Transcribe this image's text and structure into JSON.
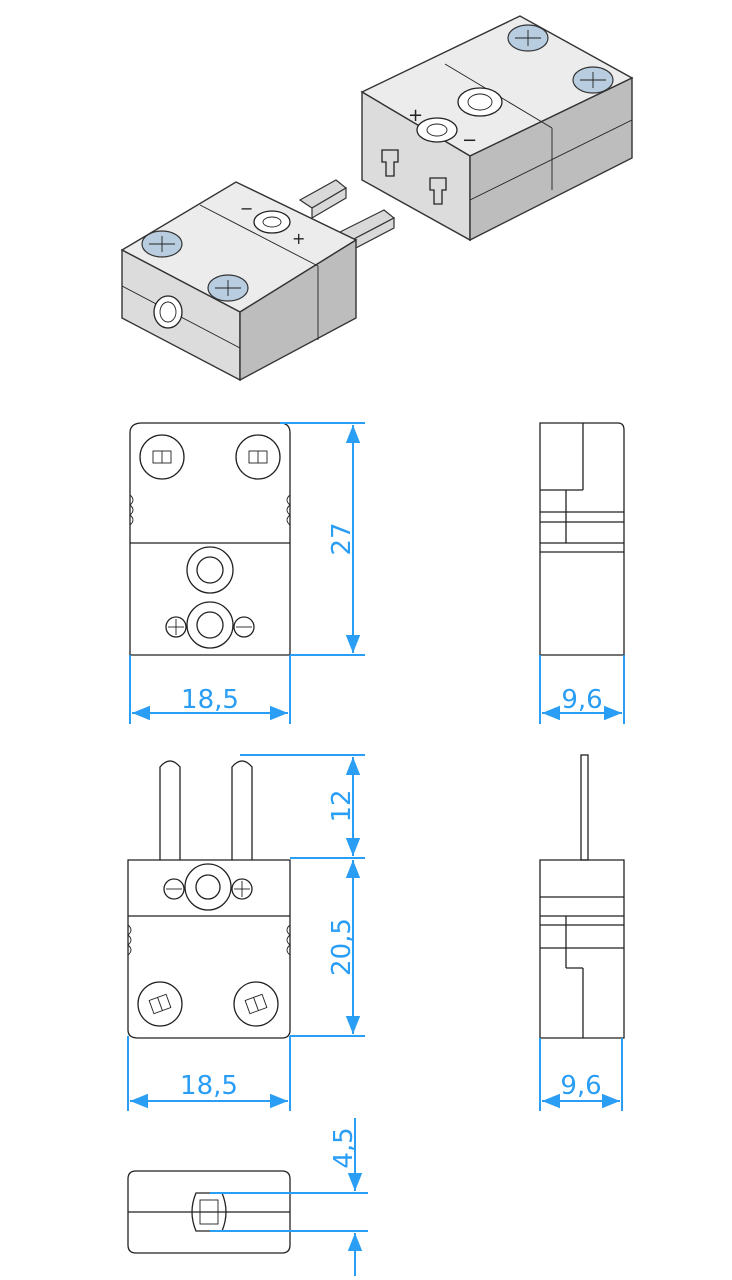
{
  "colors": {
    "dimension": "#2a9df4",
    "outline": "#222222",
    "body_fill": "#dcdcdc",
    "screw_fill": "#b8cde0"
  },
  "dimensions": {
    "socket_height": "27",
    "socket_width": "18,5",
    "socket_depth": "9,6",
    "plug_pin_length": "12",
    "plug_height": "20,5",
    "plug_width": "18,5",
    "plug_depth": "9,6",
    "cable_hole": "4,5"
  }
}
